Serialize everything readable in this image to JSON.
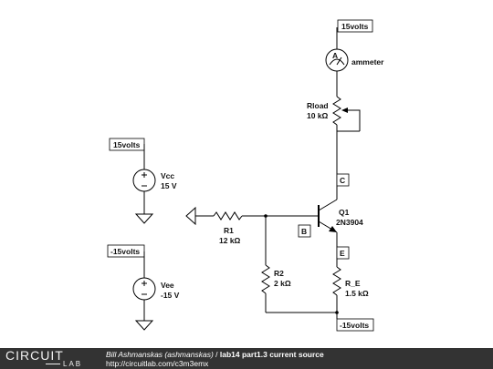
{
  "schematic": {
    "top_supply": "15volts",
    "meter": {
      "symbol": "A",
      "label": "ammeter"
    },
    "rload": {
      "name": "Rload",
      "value": "10 kΩ"
    },
    "vcc_tag": "15volts",
    "vcc": {
      "name": "Vcc",
      "value": "15 V"
    },
    "vee_tag": "-15volts",
    "vee": {
      "name": "Vee",
      "value": "-15 V"
    },
    "r1": {
      "name": "R1",
      "value": "12 kΩ"
    },
    "r2": {
      "name": "R2",
      "value": "2 kΩ"
    },
    "q1": {
      "name": "Q1",
      "part": "2N3904"
    },
    "node_c": "C",
    "node_b": "B",
    "node_e": "E",
    "re": {
      "name": "R_E",
      "value": "1.5 kΩ"
    },
    "bottom_supply": "-15volts"
  },
  "footer": {
    "logo_top": "CIRCUIT",
    "logo_bottom": "LAB",
    "author": "Bill Ashmanskas (ashmanskas)",
    "separator": " / ",
    "title": "lab14 part1.3 current source",
    "url": "http://circuitlab.com/c3m3emx"
  },
  "colors": {
    "footer_bg": "#333333",
    "wire": "#000000",
    "tag_fill": "#ffffff"
  }
}
